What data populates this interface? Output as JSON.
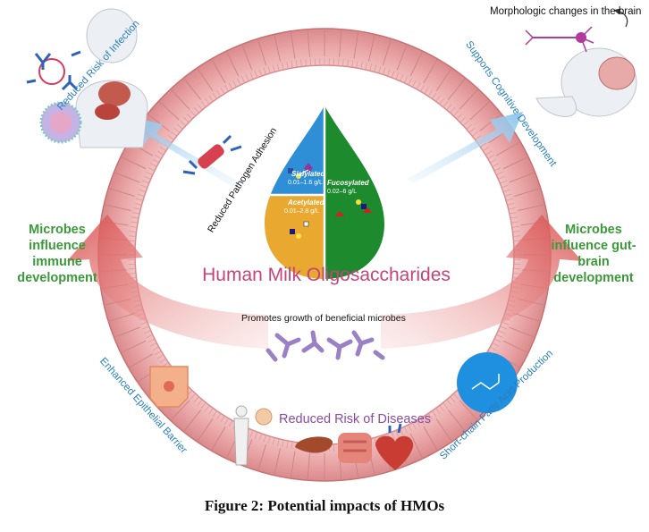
{
  "figure": {
    "caption": "Figure 2: Potential impacts of HMOs",
    "center_title": "Human Milk Oligosaccharides"
  },
  "drop": {
    "sialylated": {
      "name": "Sialylated",
      "range": "0.01–1.6 g/L"
    },
    "fucosylated": {
      "name": "Fucosylated",
      "range": "0.02–6 g/L"
    },
    "acetylated": {
      "name": "Acetylated",
      "range": "0.01–2.8 g/L"
    }
  },
  "labels": {
    "morphologic": "Morphologic changes in the brain",
    "reduced_infection": "Reduced Risk of Infection",
    "supports_cognitive": "Supports Cognitive Development",
    "reduced_pathogen": "Reduced Pathogen Adhesion",
    "immune_line1": "Microbes",
    "immune_line2": "influence",
    "immune_line3": "immune",
    "immune_line4": "development",
    "gut_line1": "Microbes",
    "gut_line2": "influence gut-",
    "gut_line3": "brain",
    "gut_line4": "development",
    "promotes_growth": "Promotes growth of beneficial microbes",
    "epithelial": "Enhanced Epithelial Barrier",
    "scfa": "Short-chain Fatty Acid Production",
    "diseases": "Reduced Risk of Diseases"
  },
  "colors": {
    "ring": "#e9a3a4",
    "ring_dark": "#c97072",
    "arrow_red": "#e0605f",
    "arrow_blue": "#a9d3ef",
    "sialylated": "#2f8fd6",
    "fucosylated": "#1e8a2e",
    "acetylated": "#e9a930",
    "title": "#c2447c",
    "green_text": "#3a9a3a",
    "blue_text": "#2a7fc0",
    "purple_text": "#8b4aa8"
  }
}
